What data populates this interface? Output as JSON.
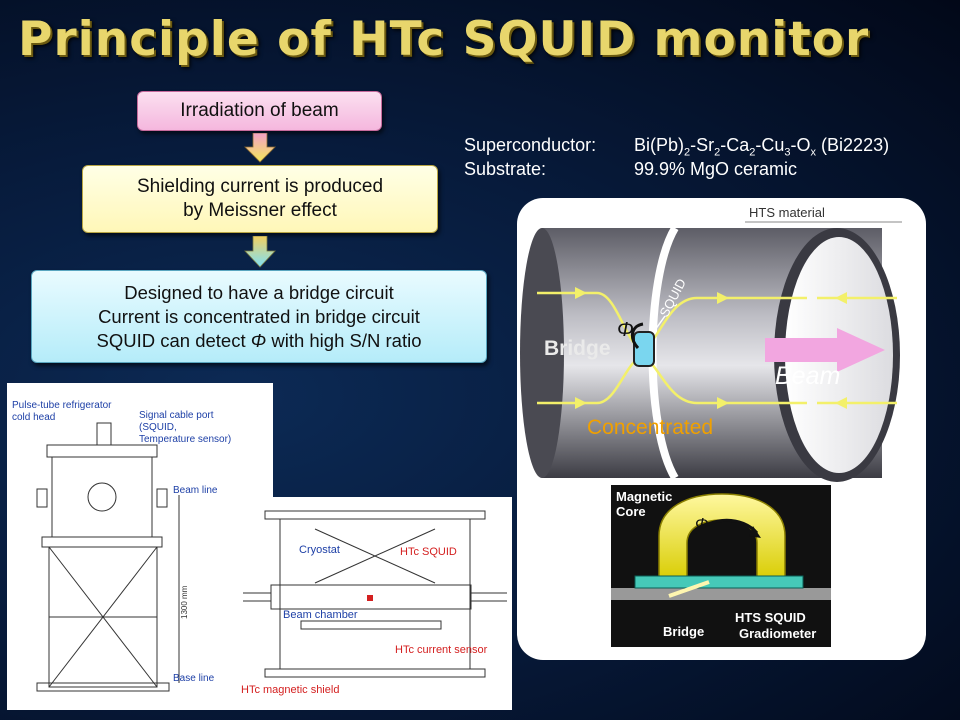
{
  "title": "Principle of HTc SQUID monitor",
  "flow": {
    "step1": "Irradiation of beam",
    "step2_line1": "Shielding current is produced",
    "step2_line2": "by Meissner effect",
    "step3_line1": "Designed to have a bridge circuit",
    "step3_line2": "Current is concentrated in bridge circuit",
    "step3_line3_pre": "SQUID can detect ",
    "step3_symbol": "Φ",
    "step3_line3_post": " with high S/N ratio"
  },
  "materials": {
    "superconductor_label": "Superconductor:",
    "superconductor_value": {
      "a": "Bi(Pb)",
      "s1": "2",
      "b": "-Sr",
      "s2": "2",
      "c": "-Ca",
      "s3": "2",
      "d": "-Cu",
      "s4": "3",
      "e": "-O",
      "s5": "x",
      "f": " (Bi2223)"
    },
    "substrate_label": "Substrate:",
    "substrate_value": "99.9% MgO ceramic"
  },
  "cylinder": {
    "hts_material": "HTS material",
    "squid": "SQUID",
    "phi": "Φ",
    "bridge": "Bridge",
    "beam": "Beam",
    "concentrated": "Concentrated"
  },
  "gradiometer": {
    "magnetic": "Magnetic",
    "core": "Core",
    "phi": "Φ",
    "bridge": "Bridge",
    "hts_squid": "HTS SQUID",
    "gradiometer": "Gradiometer"
  },
  "apparatus": {
    "pulse_tube_line1": "Pulse-tube refrigerator",
    "pulse_tube_line2": "cold head",
    "signal_line1": "Signal cable port",
    "signal_line2": "(SQUID,",
    "signal_line3": "Temperature sensor)",
    "beam_line": "Beam line",
    "height": "1300 mm",
    "base_line": "Base line"
  },
  "cross_section": {
    "cryostat": "Cryostat",
    "htc_squid": "HTc SQUID",
    "beam_chamber": "Beam chamber",
    "htc_current_sensor": "HTc current sensor",
    "htc_magnetic_shield": "HTc magnetic shield"
  },
  "colors": {
    "title": "#e8d66c",
    "label_blue": "#1d3fa6",
    "label_red": "#d42020",
    "cyan_highlight": "#57d7ff",
    "beam_arrow": "#f2a6e0"
  }
}
